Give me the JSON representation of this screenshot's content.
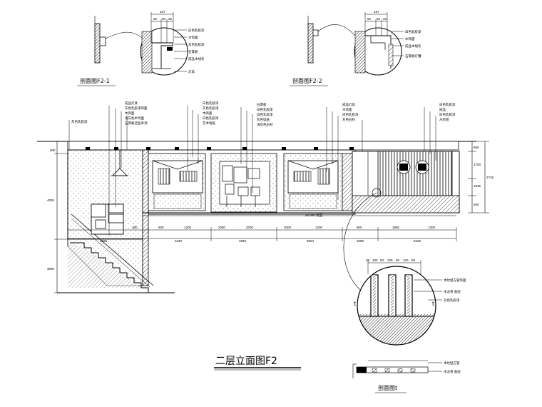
{
  "drawing": {
    "main_title": "二层立面图F2",
    "captions": {
      "section_f2_1": "剖面图F2-1",
      "section_f2_2": "剖面图F2-2",
      "section_t": "剖面图t"
    },
    "leader_labels": {
      "group_a": [
        "成品灯具",
        "灰色乳胶漆饰面",
        "木饰面",
        "浅灰色木饰面",
        "石膏板造型吊顶"
      ],
      "group_b": [
        "白色乳胶漆",
        "灰色乳胶漆",
        "木饰面",
        "白色乳胶漆",
        "艺术墙纸"
      ],
      "group_c": [
        "石膏板",
        "白色乳胶漆",
        "白色乳胶漆",
        "灰色墙纸",
        "浅灰色石材"
      ],
      "group_d": [
        "成品灯具",
        "木饰面",
        "白色乳胶漆",
        "灰色石材"
      ],
      "group_e": [
        "白色乳胶漆",
        "成品",
        "白色乳胶漆",
        "木纹铝"
      ],
      "left_wall": "灰色乳胶漆"
    },
    "detail_f2_1_labels": [
      "白色乳胶漆",
      "木饰面",
      "灰色乳胶漆",
      "石膏板",
      "成品木线条",
      "灯具"
    ],
    "detail_f2_2_labels": [
      "白色乳胶漆",
      "木饰面",
      "成品木线条",
      "石膏板灯槽"
    ],
    "detail_circle_labels": [
      "木纹铝方管饰面",
      "木龙骨 基层",
      "灰色乳胶漆"
    ],
    "detail_t_labels": [
      "木纹铝方管",
      "木龙骨 基层"
    ],
    "left_dimensions": [
      "600",
      "4000",
      "3600"
    ],
    "right_dimensions": [
      "800",
      "1700",
      "1035",
      "500",
      "2725"
    ],
    "bottom_dimensions": [
      "360",
      "800",
      "1200",
      "2000",
      "2000",
      "2000",
      "1200",
      "900",
      "1800",
      "1300"
    ],
    "bottom_totals": [
      "2925",
      "3420",
      "4650",
      "3004",
      "2580",
      "6225"
    ],
    "detail_f2_1_top_dims": [
      "187",
      "82",
      "50",
      "25"
    ],
    "detail_f2_2_top_dims": [
      "187",
      "82",
      "50",
      "25"
    ],
    "detail_circle_top_dims": [
      "25",
      "100",
      "50",
      "100",
      "50",
      "100",
      "50"
    ],
    "marker_t": "t",
    "floor_note": "±0.000 地面"
  }
}
